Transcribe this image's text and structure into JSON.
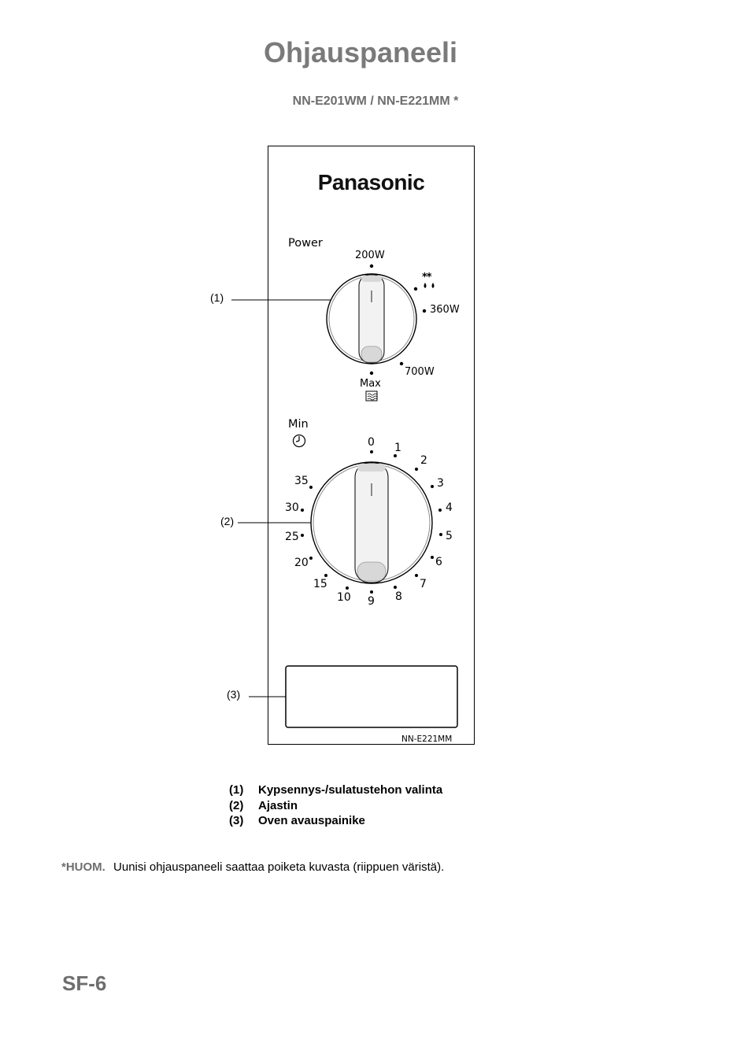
{
  "page": {
    "title": "Ohjauspaneeli",
    "subtitle": "NN-E201WM / NN-E221MM *",
    "page_number": "SF-6"
  },
  "panel": {
    "brand": "Panasonic",
    "power_label": "Power",
    "power_marks": [
      "200W",
      "360W",
      "700W",
      "Max"
    ],
    "defrost_symbol": "**",
    "microwave_icon": "microwave-wave-icon",
    "timer_label": "Min",
    "timer_icon": "clock-icon",
    "timer_marks": [
      "0",
      "1",
      "2",
      "3",
      "4",
      "5",
      "6",
      "7",
      "8",
      "9",
      "10",
      "15",
      "20",
      "25",
      "30",
      "35"
    ],
    "model": "NN-E221MM"
  },
  "callouts": [
    "(1)",
    "(2)",
    "(3)"
  ],
  "legend": [
    {
      "num": "(1)",
      "text": "Kypsennys-/sulatustehon valinta"
    },
    {
      "num": "(2)",
      "text": "Ajastin"
    },
    {
      "num": "(3)",
      "text": "Oven avauspainike"
    }
  ],
  "note": {
    "label": "*HUOM.",
    "text": "Uunisi ohjauspaneeli saattaa poiketa kuvasta (riippuen väristä)."
  }
}
